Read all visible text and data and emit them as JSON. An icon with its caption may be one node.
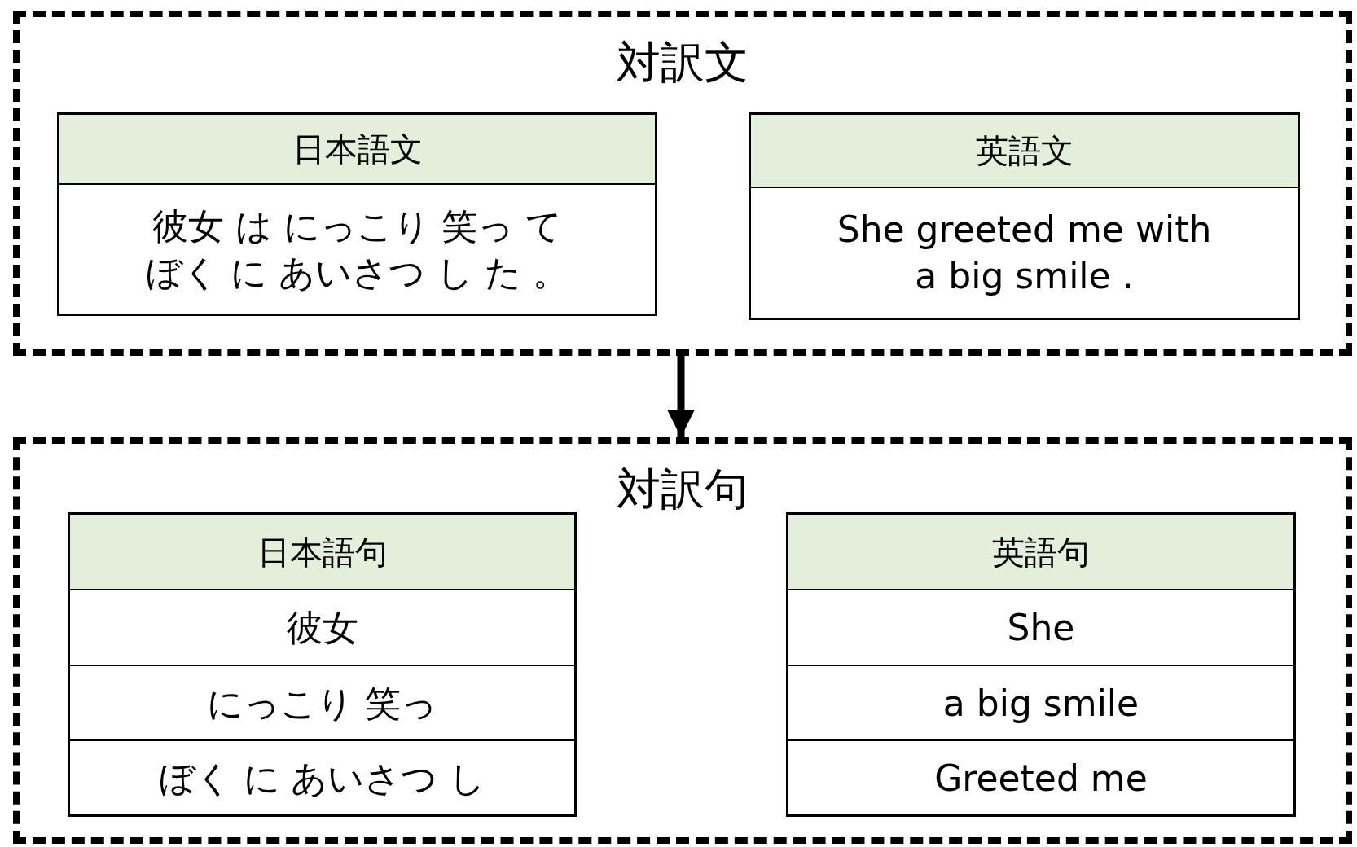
{
  "diagram": {
    "nodes": [
      {
        "text": [
          "対訳文"
        ]
      },
      {
        "text": [
          "日本語文",
          "彼女 は にっこり 笑っ てぼく に あいさつ し た 。"
        ],
        "in": 0
      },
      {
        "text": [
          "英語文",
          "She greeted me with a big smile ."
        ],
        "in": 0
      },
      {
        "text": [
          "対訳句"
        ]
      },
      {
        "text": [
          "日本語句",
          "彼女",
          "にっこり 笑っ",
          "ぼく に あいさつ し"
        ],
        "in": 3
      },
      {
        "text": [
          "英語句",
          "She",
          "a big smile",
          "Greeted me"
        ],
        "in": 3
      }
    ],
    "edges": [
      {
        "from": 0,
        "to": 3,
        "arrow": "to"
      }
    ]
  }
}
